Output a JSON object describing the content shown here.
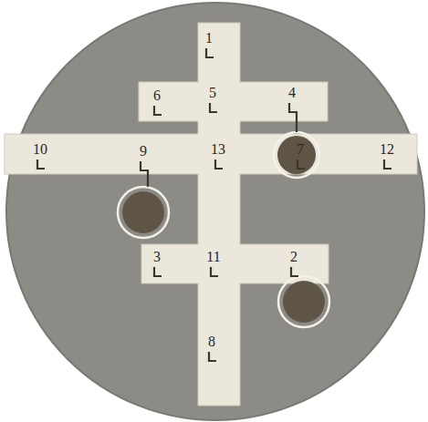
{
  "diagram": {
    "labels": [
      "1",
      "6",
      "5",
      "4",
      "10",
      "9",
      "13",
      "7",
      "12",
      "3",
      "11",
      "2",
      "8"
    ]
  }
}
